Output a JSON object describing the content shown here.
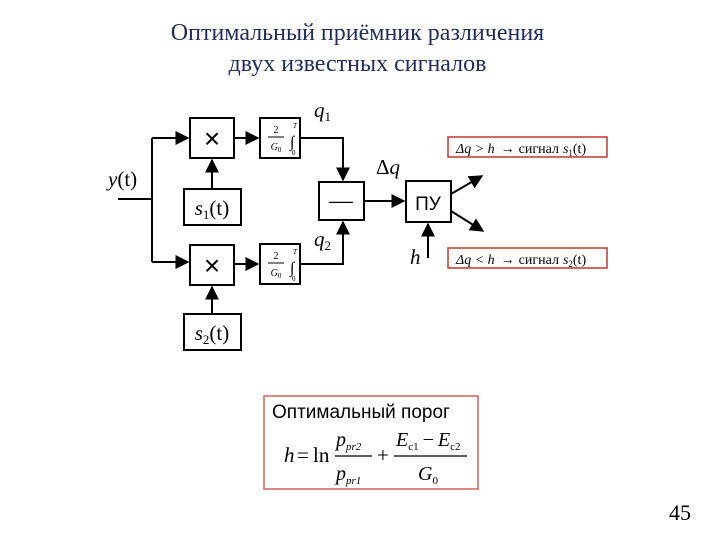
{
  "title": {
    "line1": "Оптимальный приёмник различения",
    "line2": "двух известных сигналов"
  },
  "diagram": {
    "input": {
      "var": "y",
      "arg": "(t)"
    },
    "multiply_symbol": "×",
    "integrator_top": {
      "num": "2",
      "den": "G",
      "den_sub": "0",
      "int_upper": "T",
      "int_lower": "0"
    },
    "integrator_bottom": {
      "num": "2",
      "den": "G",
      "den_sub": "0",
      "int_upper": "T",
      "int_lower": "0"
    },
    "reference_1": {
      "var": "s",
      "sub": "1",
      "arg": "(t)"
    },
    "reference_2": {
      "var": "s",
      "sub": "2",
      "arg": "(t)"
    },
    "q1": {
      "var": "q",
      "sub": "1"
    },
    "q2": {
      "var": "q",
      "sub": "2"
    },
    "subtractor_symbol": "—",
    "delta_q": {
      "delta": "Δ",
      "var": "q"
    },
    "decision_device": "ПУ",
    "threshold": "h",
    "output_1": {
      "cond": "Δq > h",
      "arrow": "→",
      "word": "сигнал",
      "var": "s",
      "sub": "1",
      "arg": "(t)"
    },
    "output_2": {
      "cond": "Δq < h",
      "arrow": "→",
      "word": "сигнал",
      "var": "s",
      "sub": "2",
      "arg": "(t)"
    }
  },
  "threshold_box": {
    "heading": "Оптимальный порог",
    "lhs": "h",
    "eq": "=",
    "ln": "ln",
    "frac1_num_var": "p",
    "frac1_num_sub": "pr2",
    "frac1_den_var": "p",
    "frac1_den_sub": "pr1",
    "plus": "+",
    "frac2_num_a": "E",
    "frac2_num_a_sub": "c1",
    "frac2_num_minus": "−",
    "frac2_num_b": "E",
    "frac2_num_b_sub": "c2",
    "frac2_den": "G",
    "frac2_den_sub": "0"
  },
  "page_number": "45",
  "colors": {
    "title": "#1f2d5e",
    "output_border": "#c0392b",
    "threshold_border": "#d0605a",
    "line": "#000000"
  }
}
